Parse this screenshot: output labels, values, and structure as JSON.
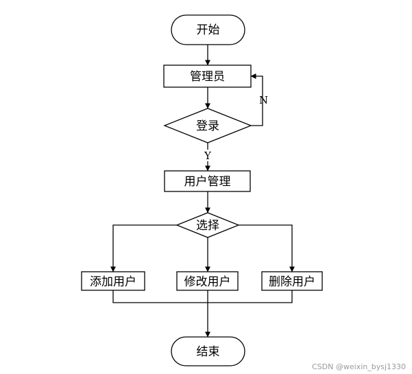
{
  "flowchart": {
    "nodes": {
      "start": "开始",
      "admin": "管理员",
      "login": "登录",
      "user_mgmt": "用户管理",
      "select": "选择",
      "add_user": "添加用户",
      "edit_user": "修改用户",
      "delete_user": "删除用户",
      "end": "结束"
    },
    "edges": {
      "login_no": "N",
      "login_yes": "Y"
    }
  },
  "watermark": "CSDN @weixin_bysj1330"
}
